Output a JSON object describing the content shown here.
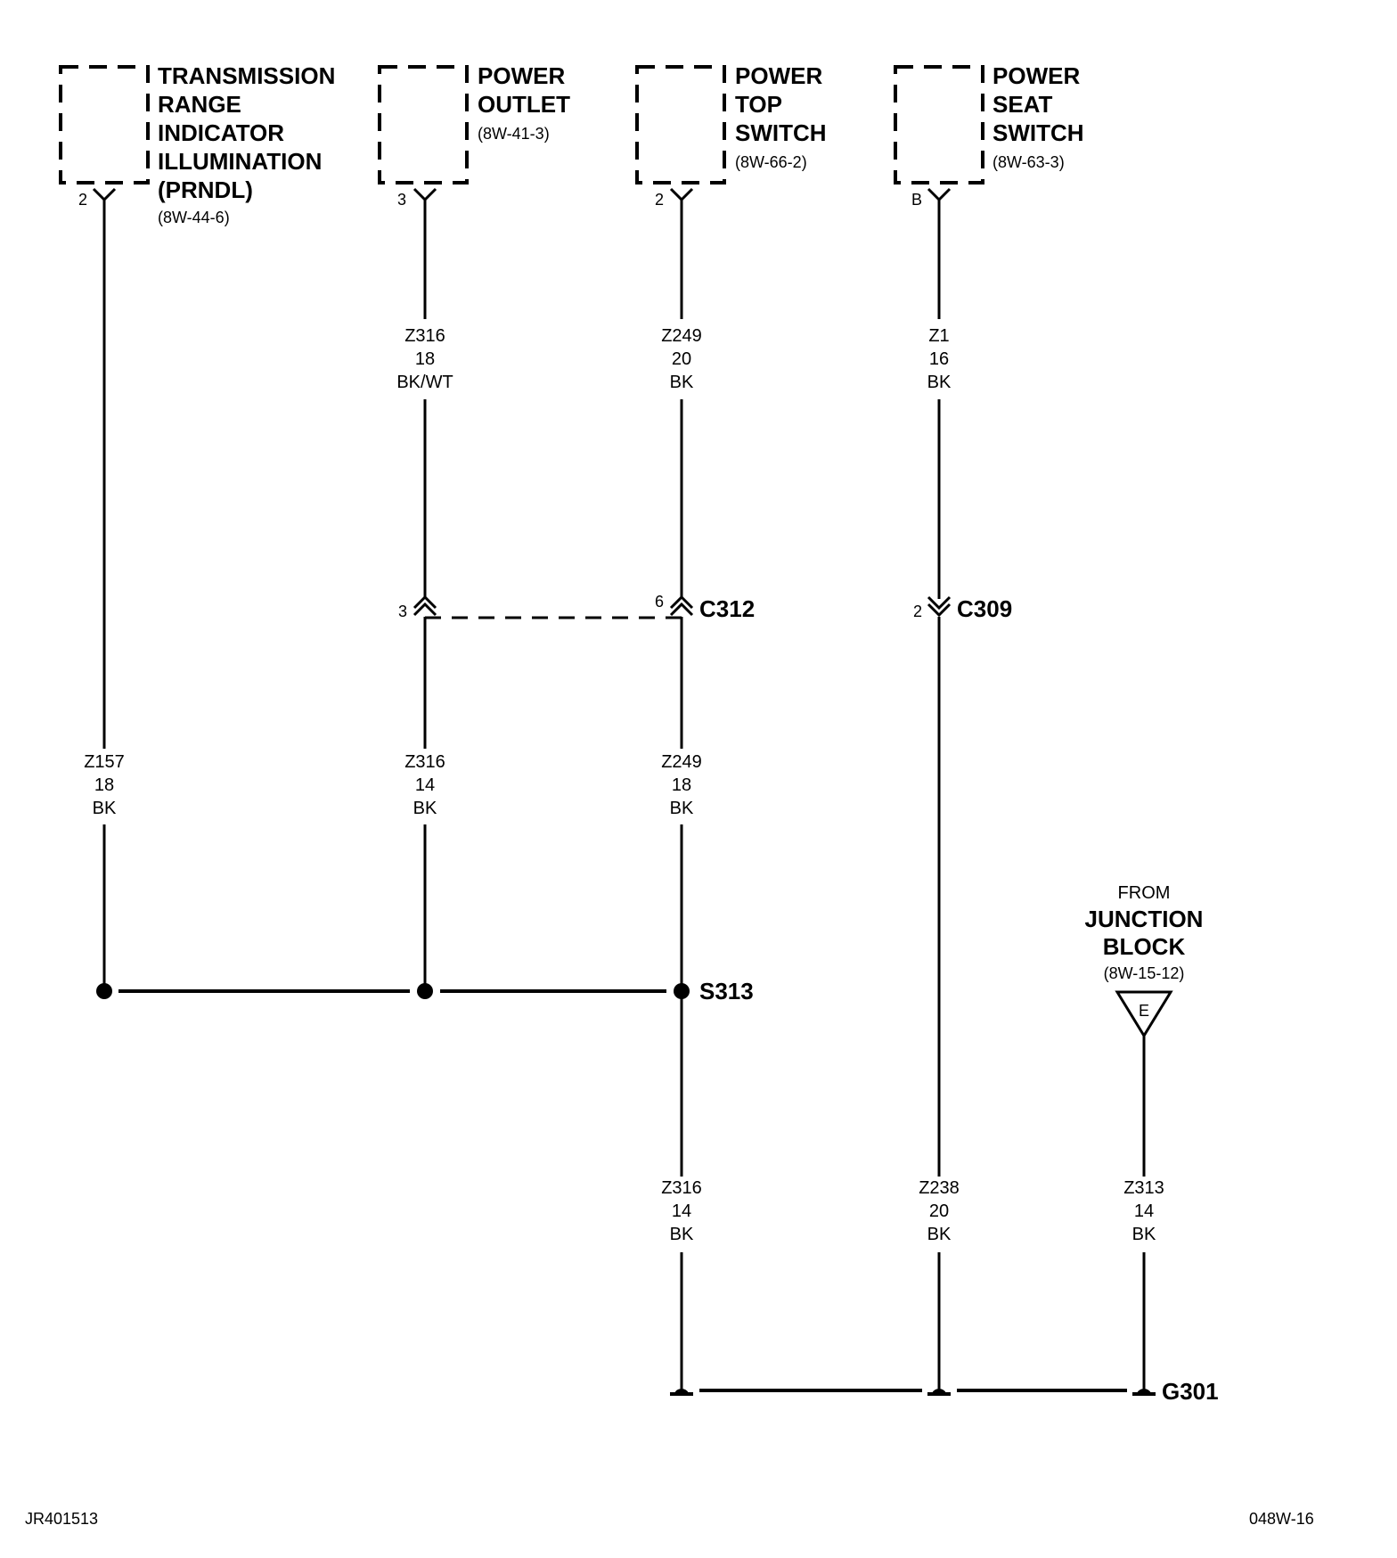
{
  "components": [
    {
      "id": "prndl",
      "lines": [
        "TRANSMISSION",
        "RANGE",
        "INDICATOR",
        "ILLUMINATION",
        "(PRNDL)"
      ],
      "ref": "(8W-44-6)",
      "pin": "2"
    },
    {
      "id": "power-outlet",
      "lines": [
        "POWER",
        "OUTLET"
      ],
      "ref": "(8W-41-3)",
      "pin": "3"
    },
    {
      "id": "power-top-switch",
      "lines": [
        "POWER",
        "TOP",
        "SWITCH"
      ],
      "ref": "(8W-66-2)",
      "pin": "2"
    },
    {
      "id": "power-seat-switch",
      "lines": [
        "POWER",
        "SEAT",
        "SWITCH"
      ],
      "ref": "(8W-63-3)",
      "pin": "B"
    }
  ],
  "wires": {
    "outlet_upper": [
      "Z316",
      "18",
      "BK/WT"
    ],
    "top_upper": [
      "Z249",
      "20",
      "BK"
    ],
    "seat_upper": [
      "Z1",
      "16",
      "BK"
    ],
    "prndl_lower": [
      "Z157",
      "18",
      "BK"
    ],
    "outlet_lower": [
      "Z316",
      "14",
      "BK"
    ],
    "top_lower": [
      "Z249",
      "18",
      "BK"
    ],
    "splice_to_ground": [
      "Z316",
      "14",
      "BK"
    ],
    "seat_to_ground": [
      "Z238",
      "20",
      "BK"
    ],
    "jb_to_ground": [
      "Z313",
      "14",
      "BK"
    ]
  },
  "connectors": {
    "c312": {
      "name": "C312",
      "pin_left": "3",
      "pin_right": "6"
    },
    "c309": {
      "name": "C309",
      "pin": "2"
    }
  },
  "splice": "S313",
  "ground": "G301",
  "junction_block": {
    "from": "FROM",
    "lines": [
      "JUNCTION",
      "BLOCK"
    ],
    "ref": "(8W-15-12)",
    "pin": "E"
  },
  "footer": {
    "left": "JR401513",
    "right": "048W-16"
  }
}
